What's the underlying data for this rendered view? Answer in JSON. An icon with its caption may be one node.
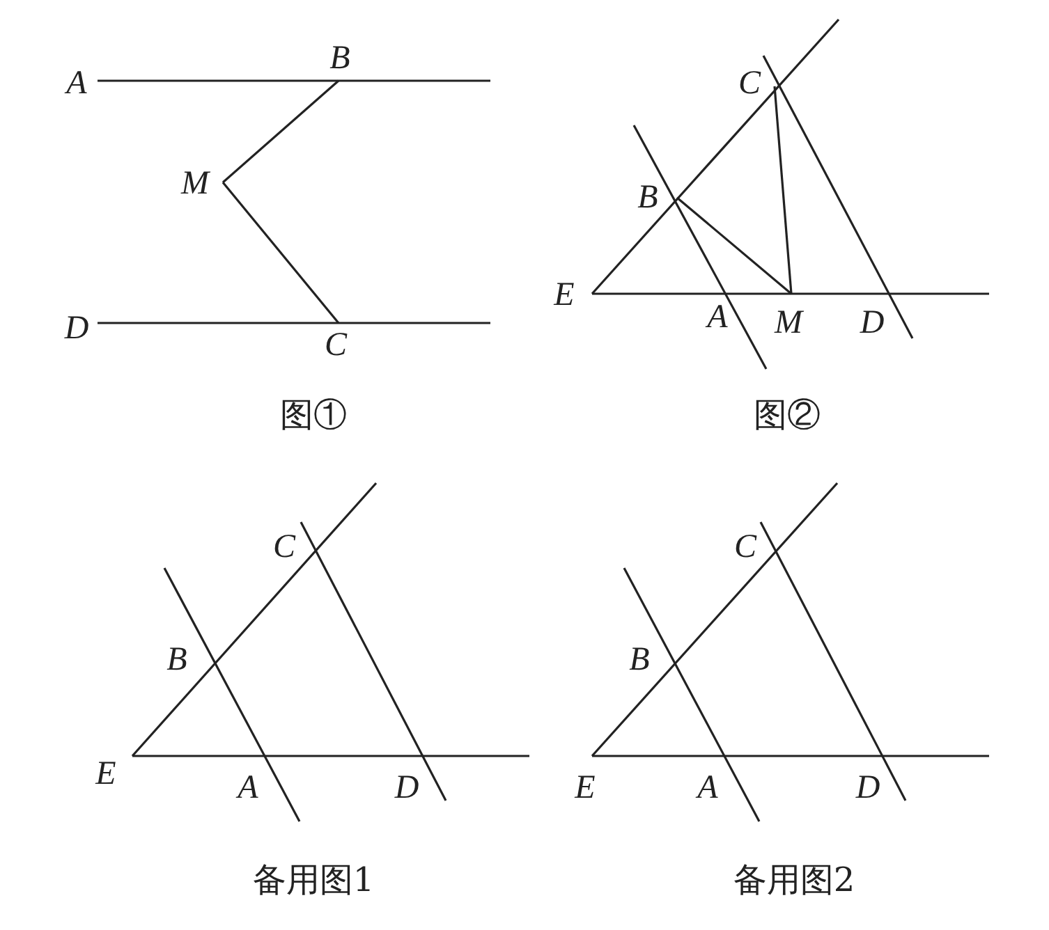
{
  "diagram": {
    "labels": [
      "A",
      "B",
      "M",
      "D",
      "C",
      "图①",
      "C",
      "B",
      "E",
      "A",
      "M",
      "D",
      "图②",
      "C",
      "B",
      "E",
      "A",
      "D",
      "备用图1",
      "C",
      "B",
      "E",
      "A",
      "D",
      "备用图2"
    ]
  }
}
